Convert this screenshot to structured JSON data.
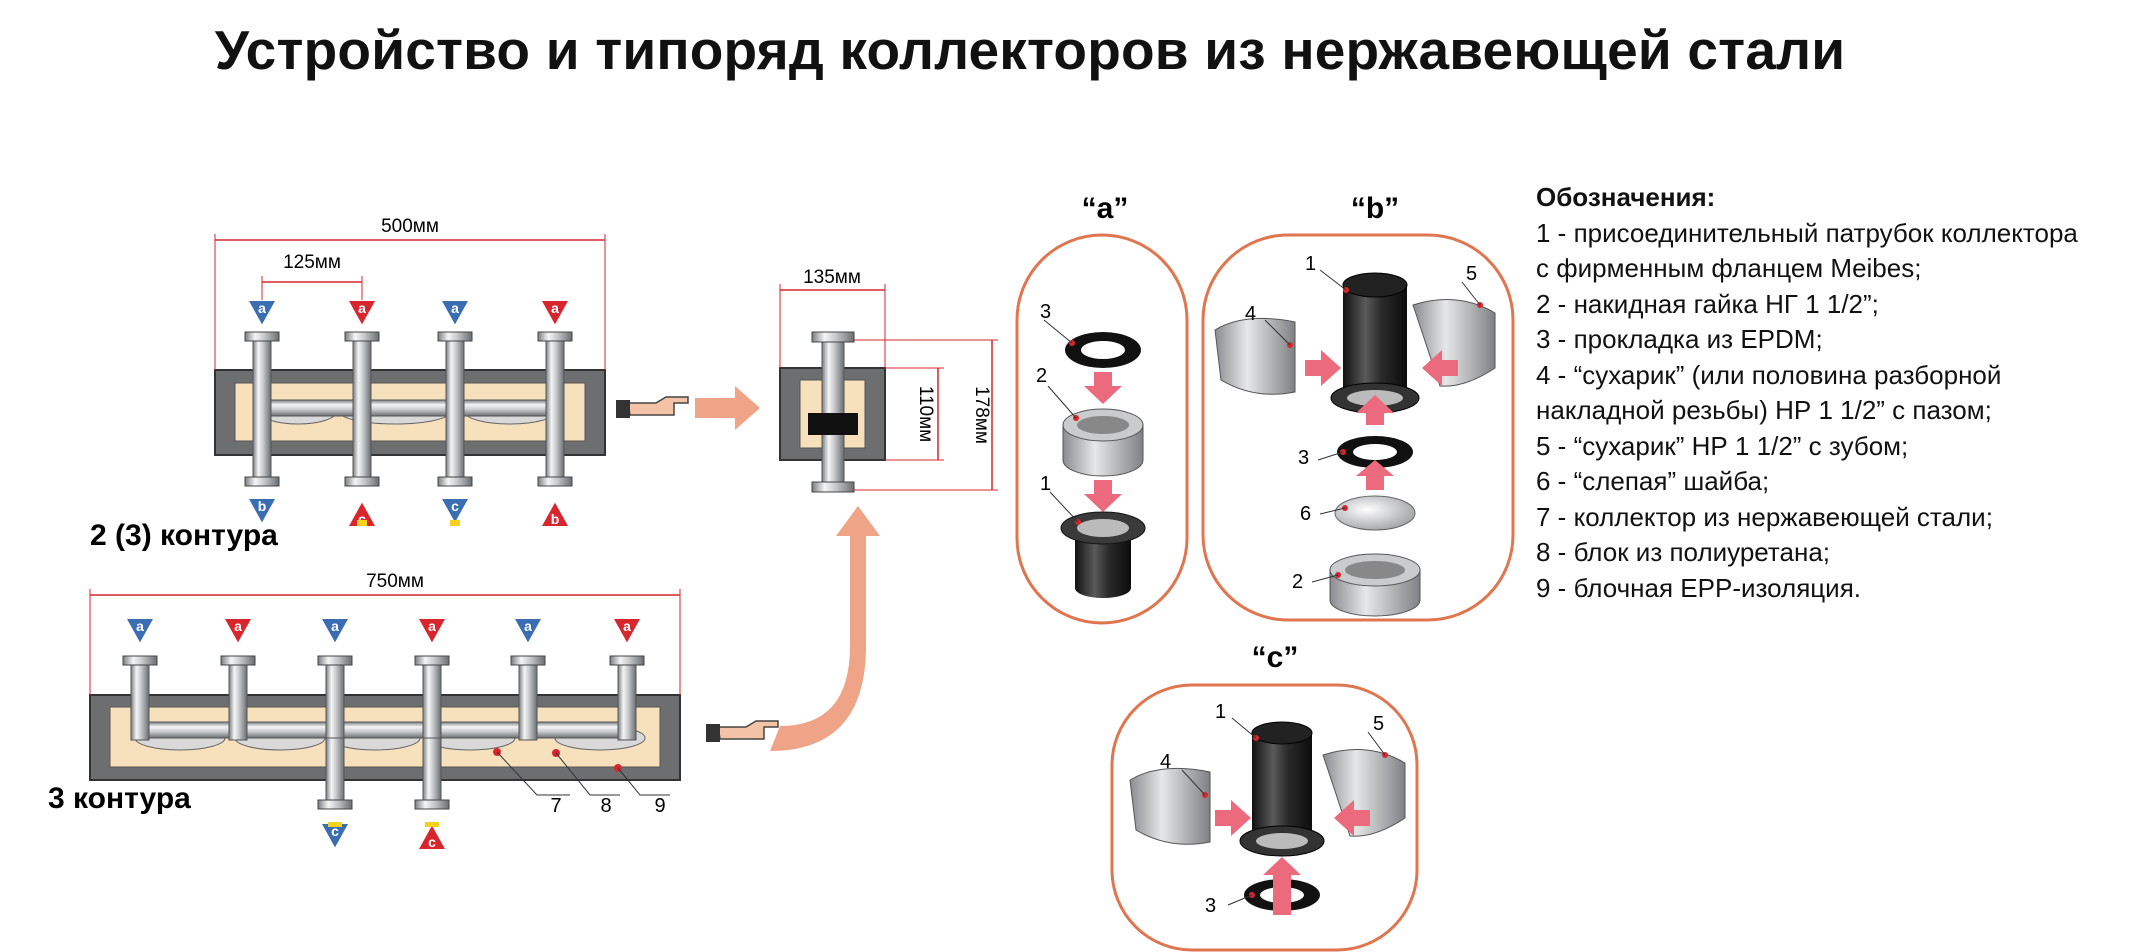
{
  "title": "Устройство и типоряд коллекторов из нержавеющей стали",
  "collector_2_3": {
    "label": "2 (3) контура",
    "width_dim": "500мм",
    "pitch_dim": "125мм",
    "top_markers": [
      "a",
      "a",
      "a",
      "a"
    ],
    "bottom_markers": [
      "b",
      "c",
      "c",
      "b"
    ]
  },
  "collector_3": {
    "label": "3 контура",
    "width_dim": "750мм",
    "top_markers": [
      "a",
      "a",
      "a",
      "a",
      "a",
      "a"
    ],
    "bottom_markers": [
      "c",
      "c"
    ],
    "callouts": [
      "7",
      "8",
      "9"
    ]
  },
  "section": {
    "width_dim": "135мм",
    "inner_height_dim": "110мм",
    "outer_height_dim": "178мм"
  },
  "panels": {
    "a": {
      "label": "“a”",
      "parts": [
        "3",
        "2",
        "1"
      ]
    },
    "b": {
      "label": "“b”",
      "parts": [
        "1",
        "5",
        "4",
        "3",
        "6",
        "2"
      ]
    },
    "c": {
      "label": "“c”",
      "parts": [
        "1",
        "5",
        "4",
        "3"
      ]
    }
  },
  "legend": {
    "heading": "Обозначения:",
    "items": [
      "1 - присоединительный патрубок коллектора",
      "с фирменным фланцем Meibes;",
      "2 - накидная гайка НГ 1 1/2”;",
      "3 - прокладка из EPDM;",
      "4 - “сухарик” (или половина разборной",
      "накладной резьбы) НР 1 1/2” с пазом;",
      "5 - “сухарик” НР 1 1/2” с зубом;",
      "6 - “слепая” шайба;",
      "7 - коллектор из нержавеющей стали;",
      "8 - блок из полиуретана;",
      "9 -  блочная EPP-изоляция."
    ]
  },
  "colors": {
    "blue": "#3b6db3",
    "red": "#d7262e",
    "yellow": "#f5d21b",
    "orange": "#e0764f",
    "salmon": "#f0a487",
    "pink": "#ec6a7d",
    "foam": "#f7e1bd",
    "insulation": "#6d6e70"
  }
}
